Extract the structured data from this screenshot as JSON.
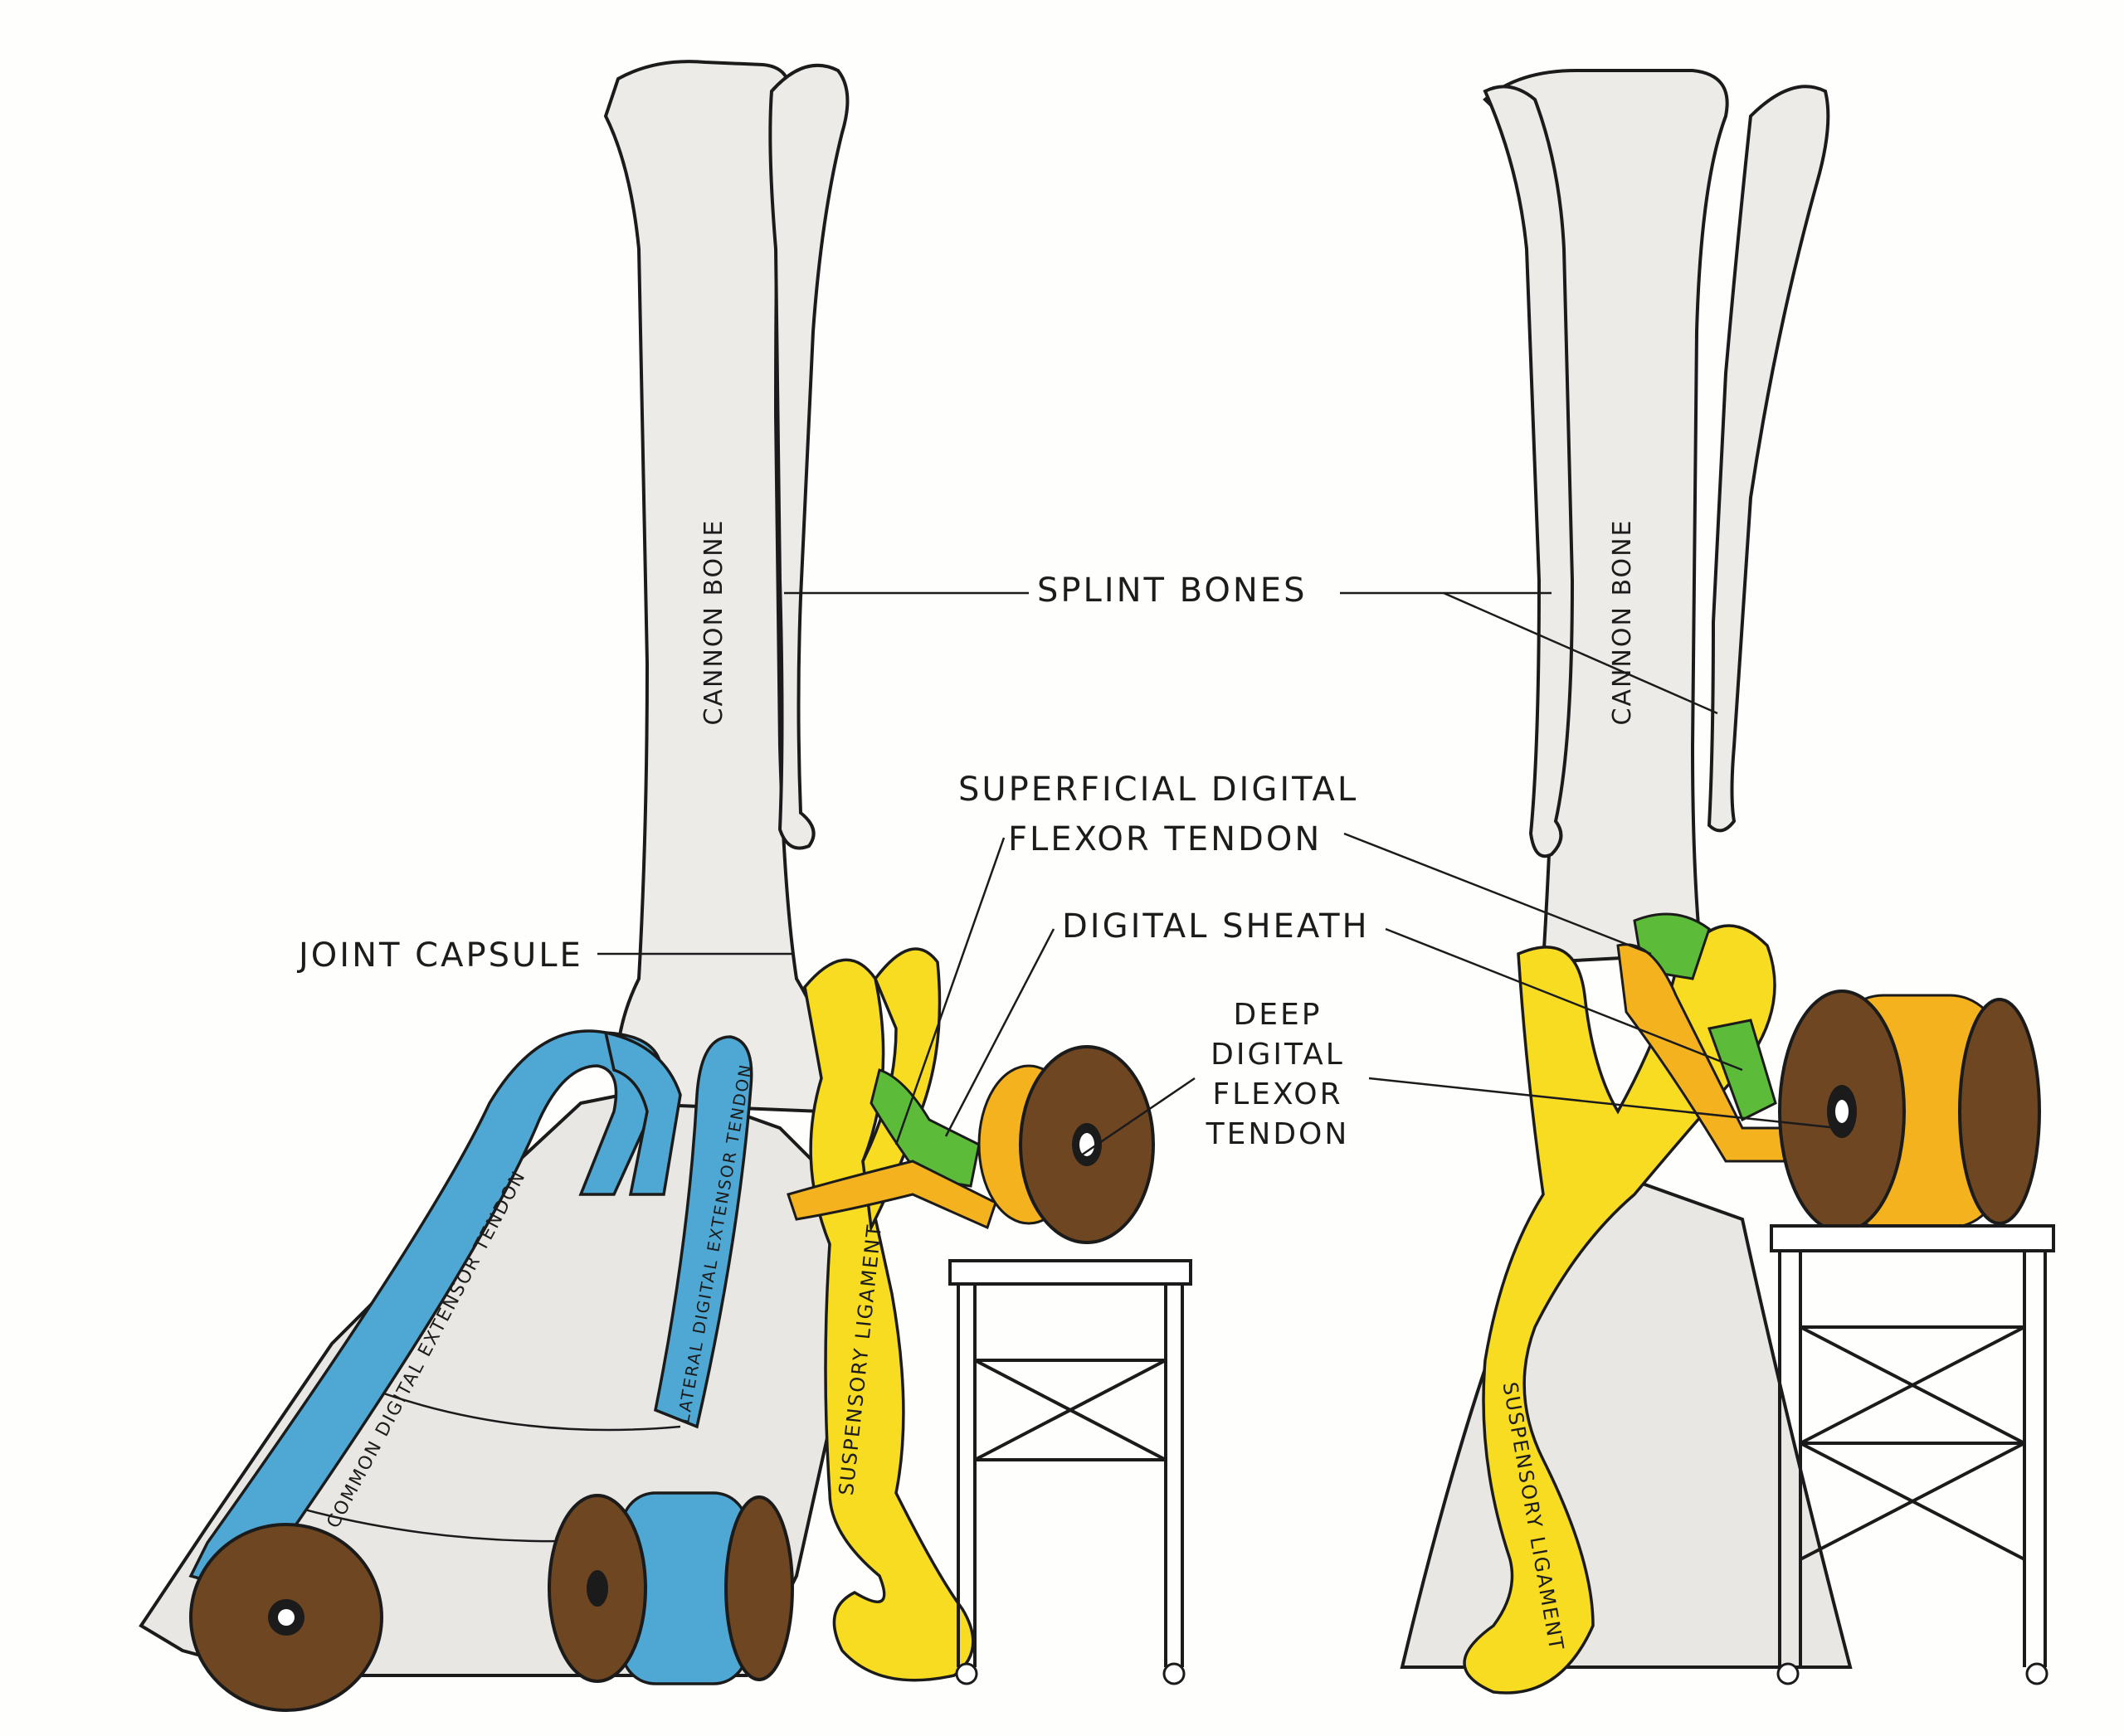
{
  "labels": {
    "cannon_bone_left": "CANNON BONE",
    "cannon_bone_right": "CANNON BONE",
    "splint_bones": "SPLINT BONES",
    "joint_capsule": "JOINT CAPSULE",
    "sdft_line1": "SUPERFICIAL DIGITAL",
    "sdft_line2": "FLEXOR TENDON",
    "digital_sheath": "DIGITAL SHEATH",
    "ddft_line1": "DEEP",
    "ddft_line2": "DIGITAL",
    "ddft_line3": "FLEXOR",
    "ddft_line4": "TENDON",
    "common_extensor": "COMMON DIGITAL EXTENSOR TENDON",
    "lateral_extensor": "LATERAL DIGITAL EXTENSOR TENDON",
    "suspensory_left": "SUSPENSORY LIGAMENT",
    "suspensory_right": "SUSPENSORY LIGAMENT"
  },
  "colors": {
    "extensor_tendon": "#4fa8d4",
    "suspensory_ligament": "#f7dc22",
    "flexor_tendon": "#f4b21f",
    "digital_sheath": "#5cbc3a",
    "spool": "#6e4621",
    "bone": "#ecebe8"
  }
}
